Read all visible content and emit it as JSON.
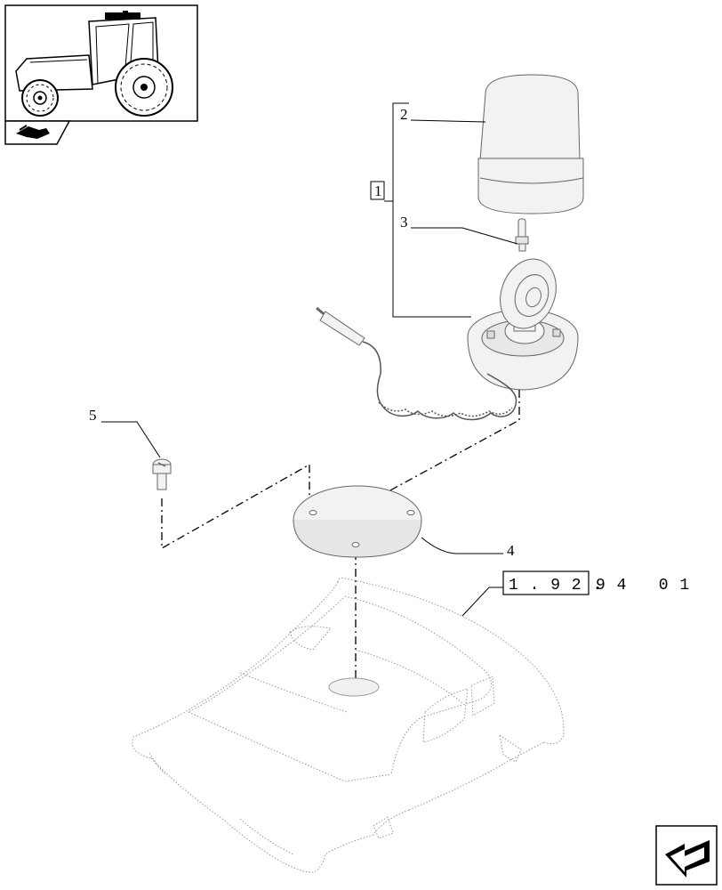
{
  "labels": {
    "group": "1",
    "part2": "2",
    "part3": "3",
    "part4": "4",
    "part5": "5"
  },
  "reference": {
    "boxed": "1 . 9 2 .",
    "rest": "9 4   0 1"
  },
  "icons": {
    "thumbnail": "tractor-thumbnail",
    "thumbnail_tab": "parts-group-icon",
    "nav": "arrow-previous-icon"
  },
  "colors": {
    "line": "#000000",
    "part_fill": "#f2f2f2",
    "part_stroke": "#666666"
  }
}
